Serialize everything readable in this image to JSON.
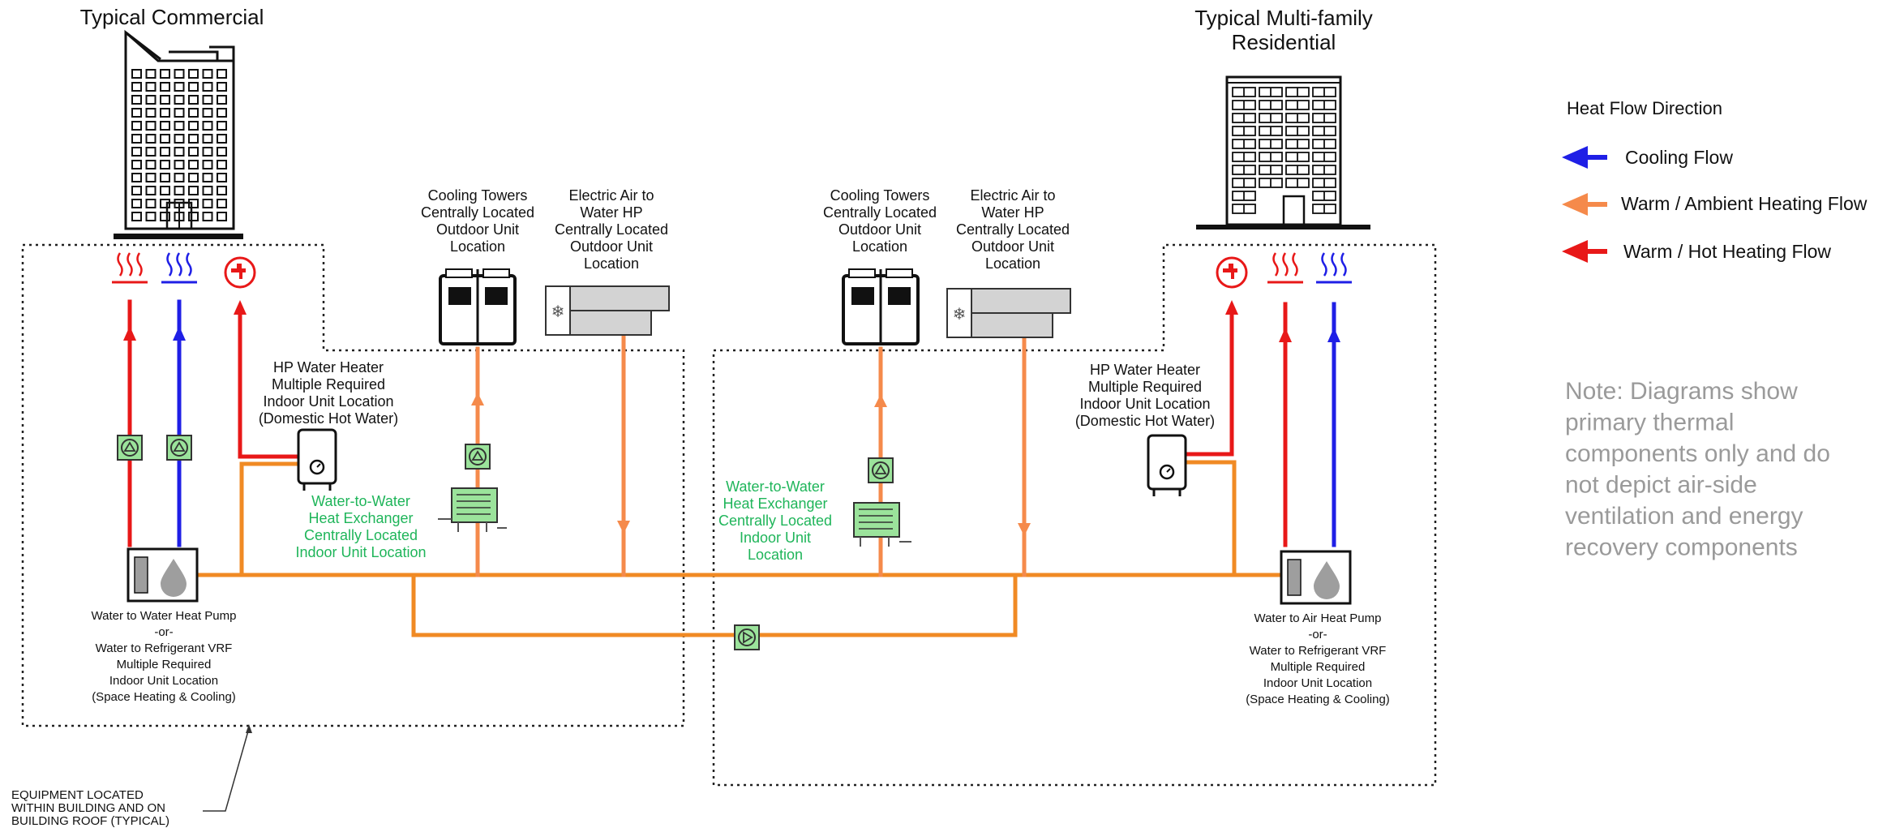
{
  "titles": {
    "commercial": "Typical Commercial",
    "residential_line1": "Typical Multi-family",
    "residential_line2": "Residential"
  },
  "legend": {
    "title": "Heat Flow Direction",
    "items": [
      {
        "label": "Cooling Flow",
        "color": "#1f1fe6"
      },
      {
        "label": "Warm / Ambient Heating Flow",
        "color": "#f58a4b"
      },
      {
        "label": "Warm / Hot Heating Flow",
        "color": "#e81818"
      }
    ]
  },
  "note": {
    "lines": [
      "Note: Diagrams show",
      "primary thermal",
      "components only and do",
      "not depict air-side",
      "ventilation and energy",
      "recovery components"
    ]
  },
  "left": {
    "cooling_towers": [
      "Cooling Towers",
      "Centrally Located",
      "Outdoor Unit",
      "Location"
    ],
    "air_hp": [
      "Electric Air to",
      "Water HP",
      "Centrally Located",
      "Outdoor Unit",
      "Location"
    ],
    "hp_water_heater": [
      "HP Water Heater",
      "Multiple Required",
      "Indoor Unit Location",
      "(Domestic Hot Water)"
    ],
    "heat_exchanger": [
      "Water-to-Water",
      "Heat Exchanger",
      "Centrally Located",
      "Indoor Unit Location"
    ],
    "heat_pump": [
      "Water to Water Heat Pump",
      "-or-",
      "Water to Refrigerant VRF",
      "Multiple Required",
      "Indoor Unit Location",
      "(Space Heating & Cooling)"
    ]
  },
  "right": {
    "cooling_towers": [
      "Cooling Towers",
      "Centrally Located",
      "Outdoor Unit",
      "Location"
    ],
    "air_hp": [
      "Electric Air to",
      "Water HP",
      "Centrally Located",
      "Outdoor Unit",
      "Location"
    ],
    "hp_water_heater": [
      "HP Water Heater",
      "Multiple Required",
      "Indoor Unit Location",
      "(Domestic Hot Water)"
    ],
    "heat_exchanger": [
      "Water-to-Water",
      "Heat Exchanger",
      "Centrally Located",
      "Indoor Unit",
      "Location"
    ],
    "heat_pump": [
      "Water to Air Heat Pump",
      "-or-",
      "Water to Refrigerant VRF",
      "Multiple Required",
      "Indoor Unit Location",
      "(Space Heating & Cooling)"
    ]
  },
  "equipment_note": [
    "EQUIPMENT LOCATED",
    "WITHIN BUILDING AND ON",
    "BUILDING ROOF (TYPICAL)"
  ],
  "colors": {
    "cooling": "#1f1fe6",
    "ambient": "#f58a4b",
    "hot": "#e81818",
    "loop": "#f08a24",
    "green_text": "#1fb55a",
    "component_green": "#9be39b",
    "note_gray": "#9a9a9a"
  }
}
